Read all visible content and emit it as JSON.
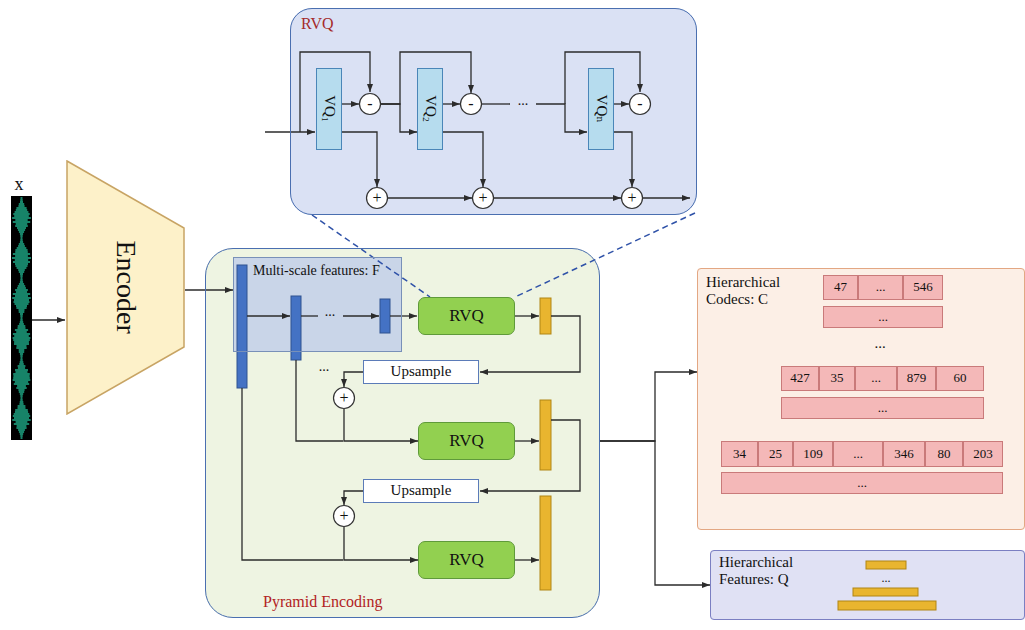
{
  "diagram": {
    "nodes": [
      {
        "text": [
          "RVQ"
        ]
      },
      {
        "text": [
          "VQ₁"
        ],
        "in": 0
      },
      {
        "text": [
          "-"
        ],
        "in": 0
      },
      {
        "text": [
          "+"
        ],
        "in": 0
      },
      {
        "text": [
          "VQ₂"
        ],
        "in": 0
      },
      {
        "text": [
          "-"
        ],
        "in": 0
      },
      {
        "text": [
          "+"
        ],
        "in": 0
      },
      {
        "text": [
          "VQₙ"
        ],
        "in": 0
      },
      {
        "text": [
          "-"
        ],
        "in": 0
      },
      {
        "text": [
          "+"
        ],
        "in": 0
      },
      {
        "text": [
          "Encoder"
        ]
      },
      {
        "text": [
          "Pyramid Encoding"
        ]
      },
      {
        "text": [
          "Multi-scale features: F"
        ],
        "in": 11
      },
      {
        "text": [
          "RVQ"
        ],
        "in": 11
      },
      {
        "text": [
          "Upsample"
        ],
        "in": 11
      },
      {
        "text": [
          "+"
        ],
        "in": 11
      },
      {
        "text": [
          "RVQ"
        ],
        "in": 11
      },
      {
        "text": [
          "Upsample"
        ],
        "in": 11
      },
      {
        "text": [
          "+"
        ],
        "in": 11
      },
      {
        "text": [
          "RVQ"
        ],
        "in": 11
      },
      {
        "text": [
          "Hierarchical Codecs: C"
        ]
      },
      {
        "text": [
          "47"
        ],
        "in": 20
      },
      {
        "text": [
          "..."
        ],
        "in": 20
      },
      {
        "text": [
          "546"
        ],
        "in": 20
      },
      {
        "text": [
          "..."
        ],
        "in": 20
      },
      {
        "text": [
          "427"
        ],
        "in": 20
      },
      {
        "text": [
          "35"
        ],
        "in": 20
      },
      {
        "text": [
          "..."
        ],
        "in": 20
      },
      {
        "text": [
          "879"
        ],
        "in": 20
      },
      {
        "text": [
          "60"
        ],
        "in": 20
      },
      {
        "text": [
          "..."
        ],
        "in": 20
      },
      {
        "text": [
          "34"
        ],
        "in": 20
      },
      {
        "text": [
          "25"
        ],
        "in": 20
      },
      {
        "text": [
          "109"
        ],
        "in": 20
      },
      {
        "text": [
          "..."
        ],
        "in": 20
      },
      {
        "text": [
          "346"
        ],
        "in": 20
      },
      {
        "text": [
          "80"
        ],
        "in": 20
      },
      {
        "text": [
          "203"
        ],
        "in": 20
      },
      {
        "text": [
          "..."
        ],
        "in": 20
      },
      {
        "text": [
          "Hierarchical Features: Q"
        ]
      }
    ],
    "edges": [
      {
        "from": 1,
        "to": 2,
        "arrow": "to"
      },
      {
        "from": 1,
        "to": 3,
        "arrow": "to"
      },
      {
        "from": 2,
        "to": 4,
        "arrow": "to"
      },
      {
        "from": 2,
        "to": 5,
        "arrow": "to"
      },
      {
        "from": 4,
        "to": 5,
        "arrow": "to"
      },
      {
        "from": 4,
        "to": 6,
        "arrow": "to"
      },
      {
        "from": 3,
        "to": 6,
        "arrow": "to"
      },
      {
        "from": 7,
        "to": 8,
        "arrow": "to"
      },
      {
        "from": 7,
        "to": 9,
        "arrow": "to"
      },
      {
        "from": 6,
        "to": 9,
        "arrow": "to"
      },
      {
        "from": 10,
        "to": 12,
        "arrow": "to"
      },
      {
        "from": 14,
        "to": 15,
        "arrow": "to"
      },
      {
        "from": 15,
        "to": 16,
        "arrow": "to"
      },
      {
        "from": 17,
        "to": 18,
        "arrow": "to"
      },
      {
        "from": 18,
        "to": 19,
        "arrow": "to"
      },
      {
        "from": 0,
        "to": 13,
        "arrow": "none"
      },
      {
        "from": 11,
        "to": 20,
        "arrow": "to"
      },
      {
        "from": 11,
        "to": 39,
        "arrow": "to"
      }
    ],
    "labels": [
      "x",
      "...",
      "...",
      "...",
      "...",
      "..."
    ]
  }
}
